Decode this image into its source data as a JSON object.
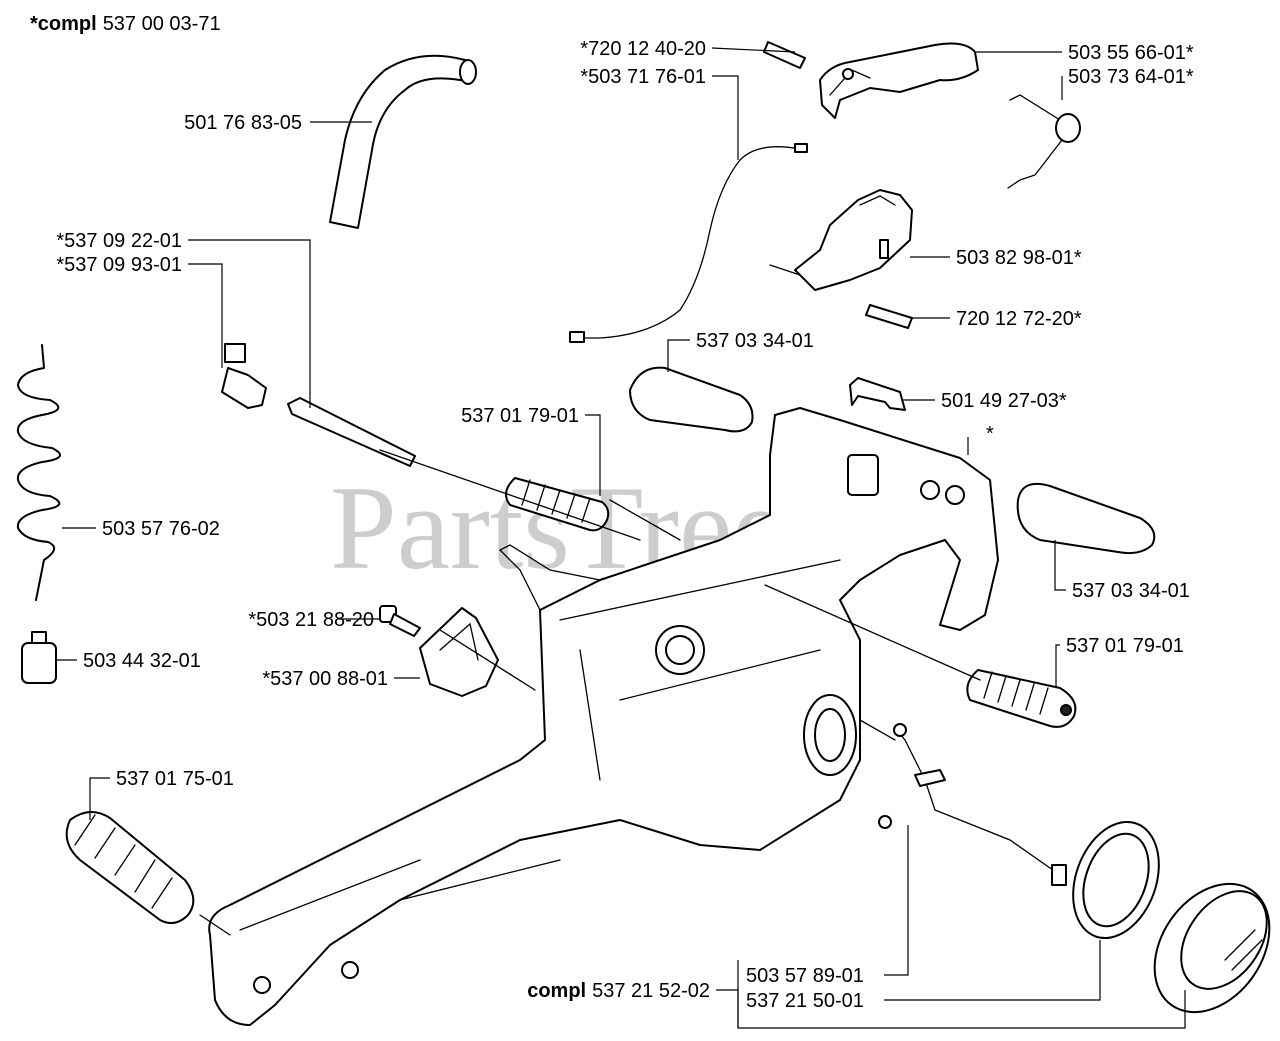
{
  "header": {
    "prefix": "*compl",
    "number": "537 00 03-71"
  },
  "watermark": "PartsTree",
  "compl_group": {
    "prefix": "compl",
    "number": "537 21 52-02"
  },
  "labels": {
    "l1": "501 76 83-05",
    "l2": "*720 12 40-20",
    "l3": "*503 71 76-01",
    "l4": "503 55 66-01*",
    "l5": "503 73 64-01*",
    "l6": "*537 09 22-01",
    "l7": "*537 09 93-01",
    "l8": "503 82 98-01*",
    "l9": "720 12 72-20*",
    "l10": "537 03 34-01",
    "l11": "501 49 27-03*",
    "l12": "537 01 79-01",
    "l13": "*",
    "l14": "503 57 76-02",
    "l15": "537 03 34-01",
    "l16": "*503 21 88-20",
    "l17": "537 01 79-01",
    "l18": "503 44 32-01",
    "l19": "*537 00 88-01",
    "l20": "537 01 75-01",
    "l21": "503 57 89-01",
    "l22": "537 21 50-01"
  }
}
